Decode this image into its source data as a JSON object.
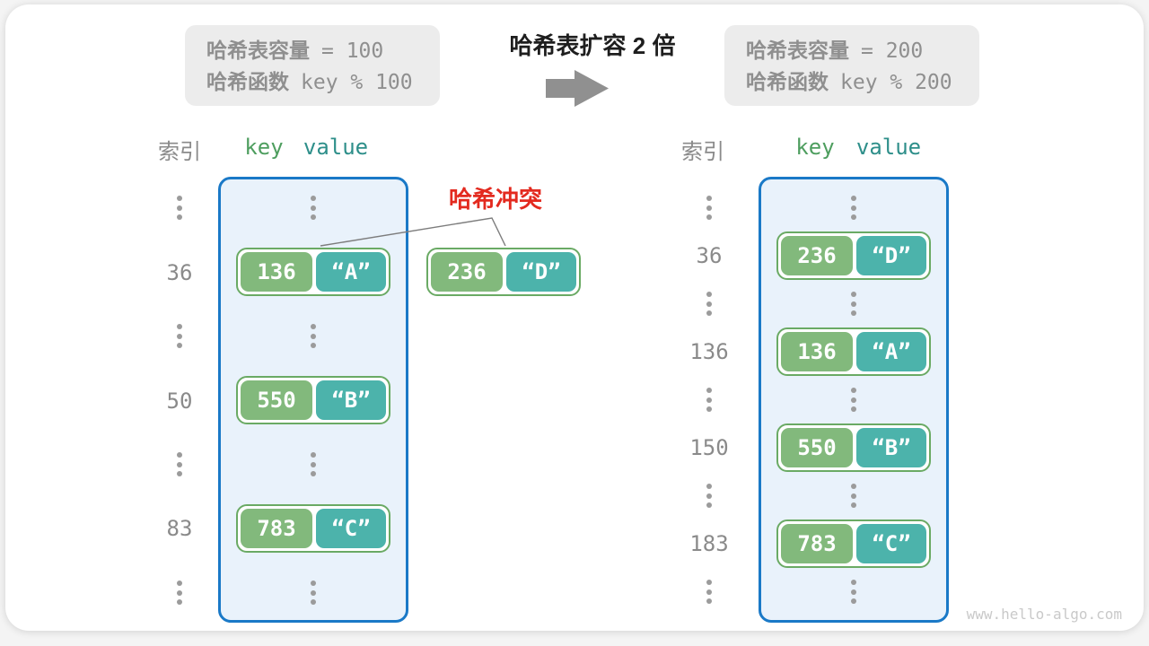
{
  "colors": {
    "key_green": "#82b97c",
    "value_teal": "#4cb3ab",
    "pair_border_green": "#6aaa64",
    "bucket_fill_blue": "#e9f2fb",
    "bucket_border_blue": "#1a79c7",
    "collision_red": "#e32a1f",
    "muted_gray": "#8f8f8f"
  },
  "header": {
    "title": "哈希表扩容 2 倍",
    "before_box": {
      "line1_label": "哈希表容量",
      "line1_value": "= 100",
      "line2_label": "哈希函数",
      "line2_value": "key % 100"
    },
    "after_box": {
      "line1_label": "哈希表容量",
      "line1_value": "= 200",
      "line2_label": "哈希函数",
      "line2_value": "key % 200"
    }
  },
  "collision_label": "哈希冲突",
  "floating_pair": {
    "key": "236",
    "value": "“D”"
  },
  "left_table": {
    "index_header": "索引",
    "key_header": "key",
    "value_header": "value",
    "entries": [
      {
        "index": "36",
        "key": "136",
        "value": "“A”"
      },
      {
        "index": "50",
        "key": "550",
        "value": "“B”"
      },
      {
        "index": "83",
        "key": "783",
        "value": "“C”"
      }
    ]
  },
  "right_table": {
    "index_header": "索引",
    "key_header": "key",
    "value_header": "value",
    "entries": [
      {
        "index": "36",
        "key": "236",
        "value": "“D”"
      },
      {
        "index": "136",
        "key": "136",
        "value": "“A”"
      },
      {
        "index": "150",
        "key": "550",
        "value": "“B”"
      },
      {
        "index": "183",
        "key": "783",
        "value": "“C”"
      }
    ]
  },
  "watermark": "www.hello-algo.com"
}
